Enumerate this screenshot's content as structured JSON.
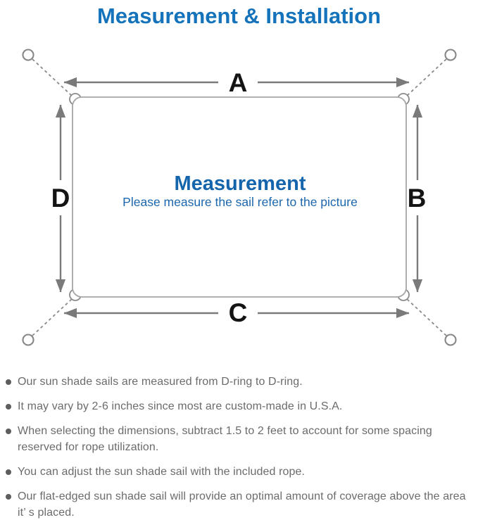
{
  "title": "Measurement & Installation",
  "diagram": {
    "center_title": "Measurement",
    "center_subtitle": "Please measure the sail refer to the picture",
    "labels": {
      "top": "A",
      "right": "B",
      "bottom": "C",
      "left": "D"
    }
  },
  "notes": [
    {
      "text": "Our sun shade sails are measured from D-ring to D-ring."
    },
    {
      "text": "It may vary by 2-6 inches since most are custom-made in U.S.A."
    },
    {
      "text": "When selecting the dimensions, subtract 1.5 to 2 feet to account for some spacing reserved for rope utilization."
    },
    {
      "text": "You can adjust the sun shade sail with the included rope."
    },
    {
      "text": "Our flat-edged sun shade sail will provide an optimal amount of coverage above the area it’ s placed."
    }
  ],
  "colors": {
    "title_blue": "#1573bb",
    "center_text_blue": "#1565ad",
    "dimension_line_gray": "#7a7a7a",
    "sail_outline_gray": "#a6a6a6",
    "note_text_gray": "#6b6b6b",
    "label_black": "#141414"
  }
}
